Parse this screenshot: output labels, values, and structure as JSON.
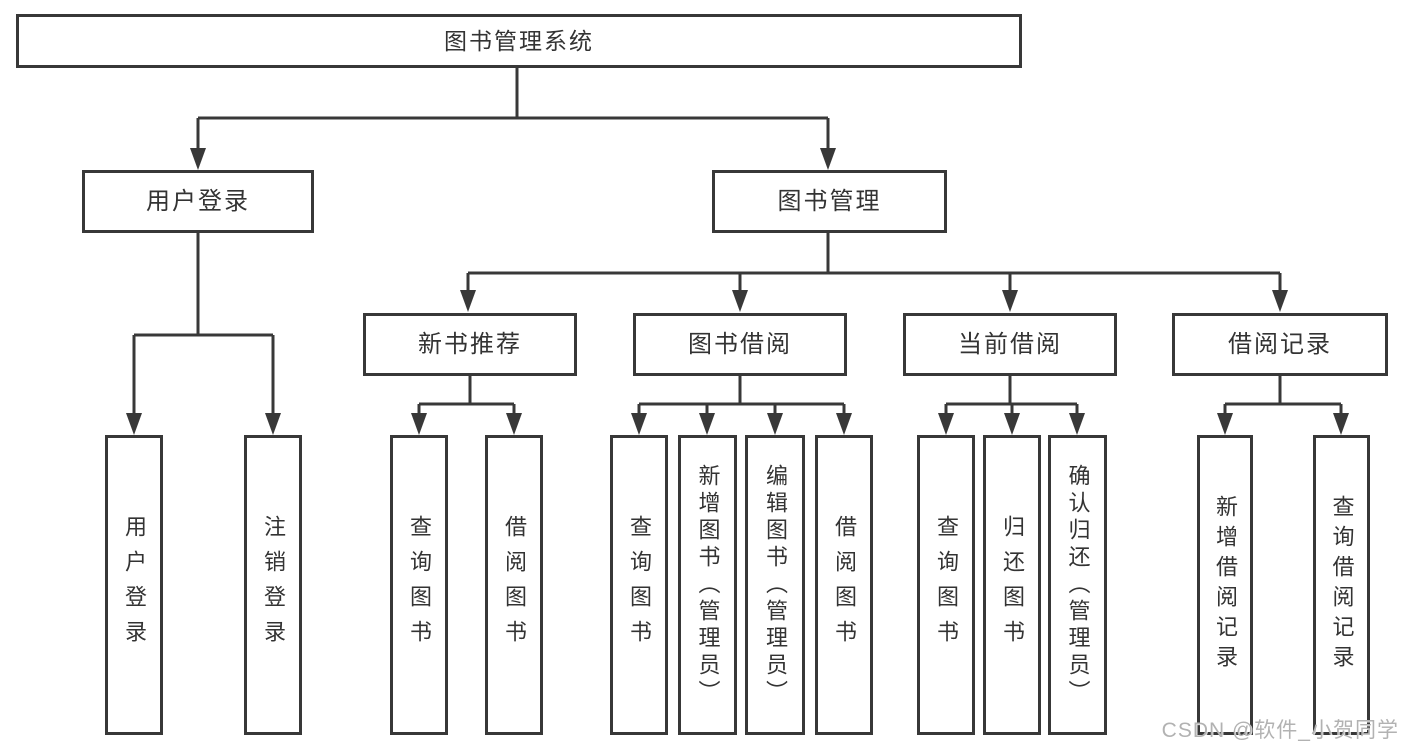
{
  "diagram": {
    "tree": {
      "label": "图书管理系统",
      "children": [
        {
          "label": "用户登录",
          "children": [
            {
              "label": "用户登录"
            },
            {
              "label": "注销登录"
            }
          ]
        },
        {
          "label": "图书管理",
          "children": [
            {
              "label": "新书推荐",
              "children": [
                {
                  "label": "查询图书"
                },
                {
                  "label": "借阅图书"
                }
              ]
            },
            {
              "label": "图书借阅",
              "children": [
                {
                  "label": "查询图书"
                },
                {
                  "label": "新增图书（管理员）"
                },
                {
                  "label": "编辑图书（管理员）"
                },
                {
                  "label": "借阅图书"
                }
              ]
            },
            {
              "label": "当前借阅",
              "children": [
                {
                  "label": "查询图书"
                },
                {
                  "label": "归还图书"
                },
                {
                  "label": "确认归还（管理员）"
                }
              ]
            },
            {
              "label": "借阅记录",
              "children": [
                {
                  "label": "新增借阅记录"
                },
                {
                  "label": "查询借阅记录"
                }
              ]
            }
          ]
        }
      ]
    },
    "watermark": "CSDN @软件_小贺同学",
    "colors": {
      "line": "#383838",
      "text": "#333333",
      "watermark": "#b2b2b2",
      "background": "#ffffff"
    }
  }
}
